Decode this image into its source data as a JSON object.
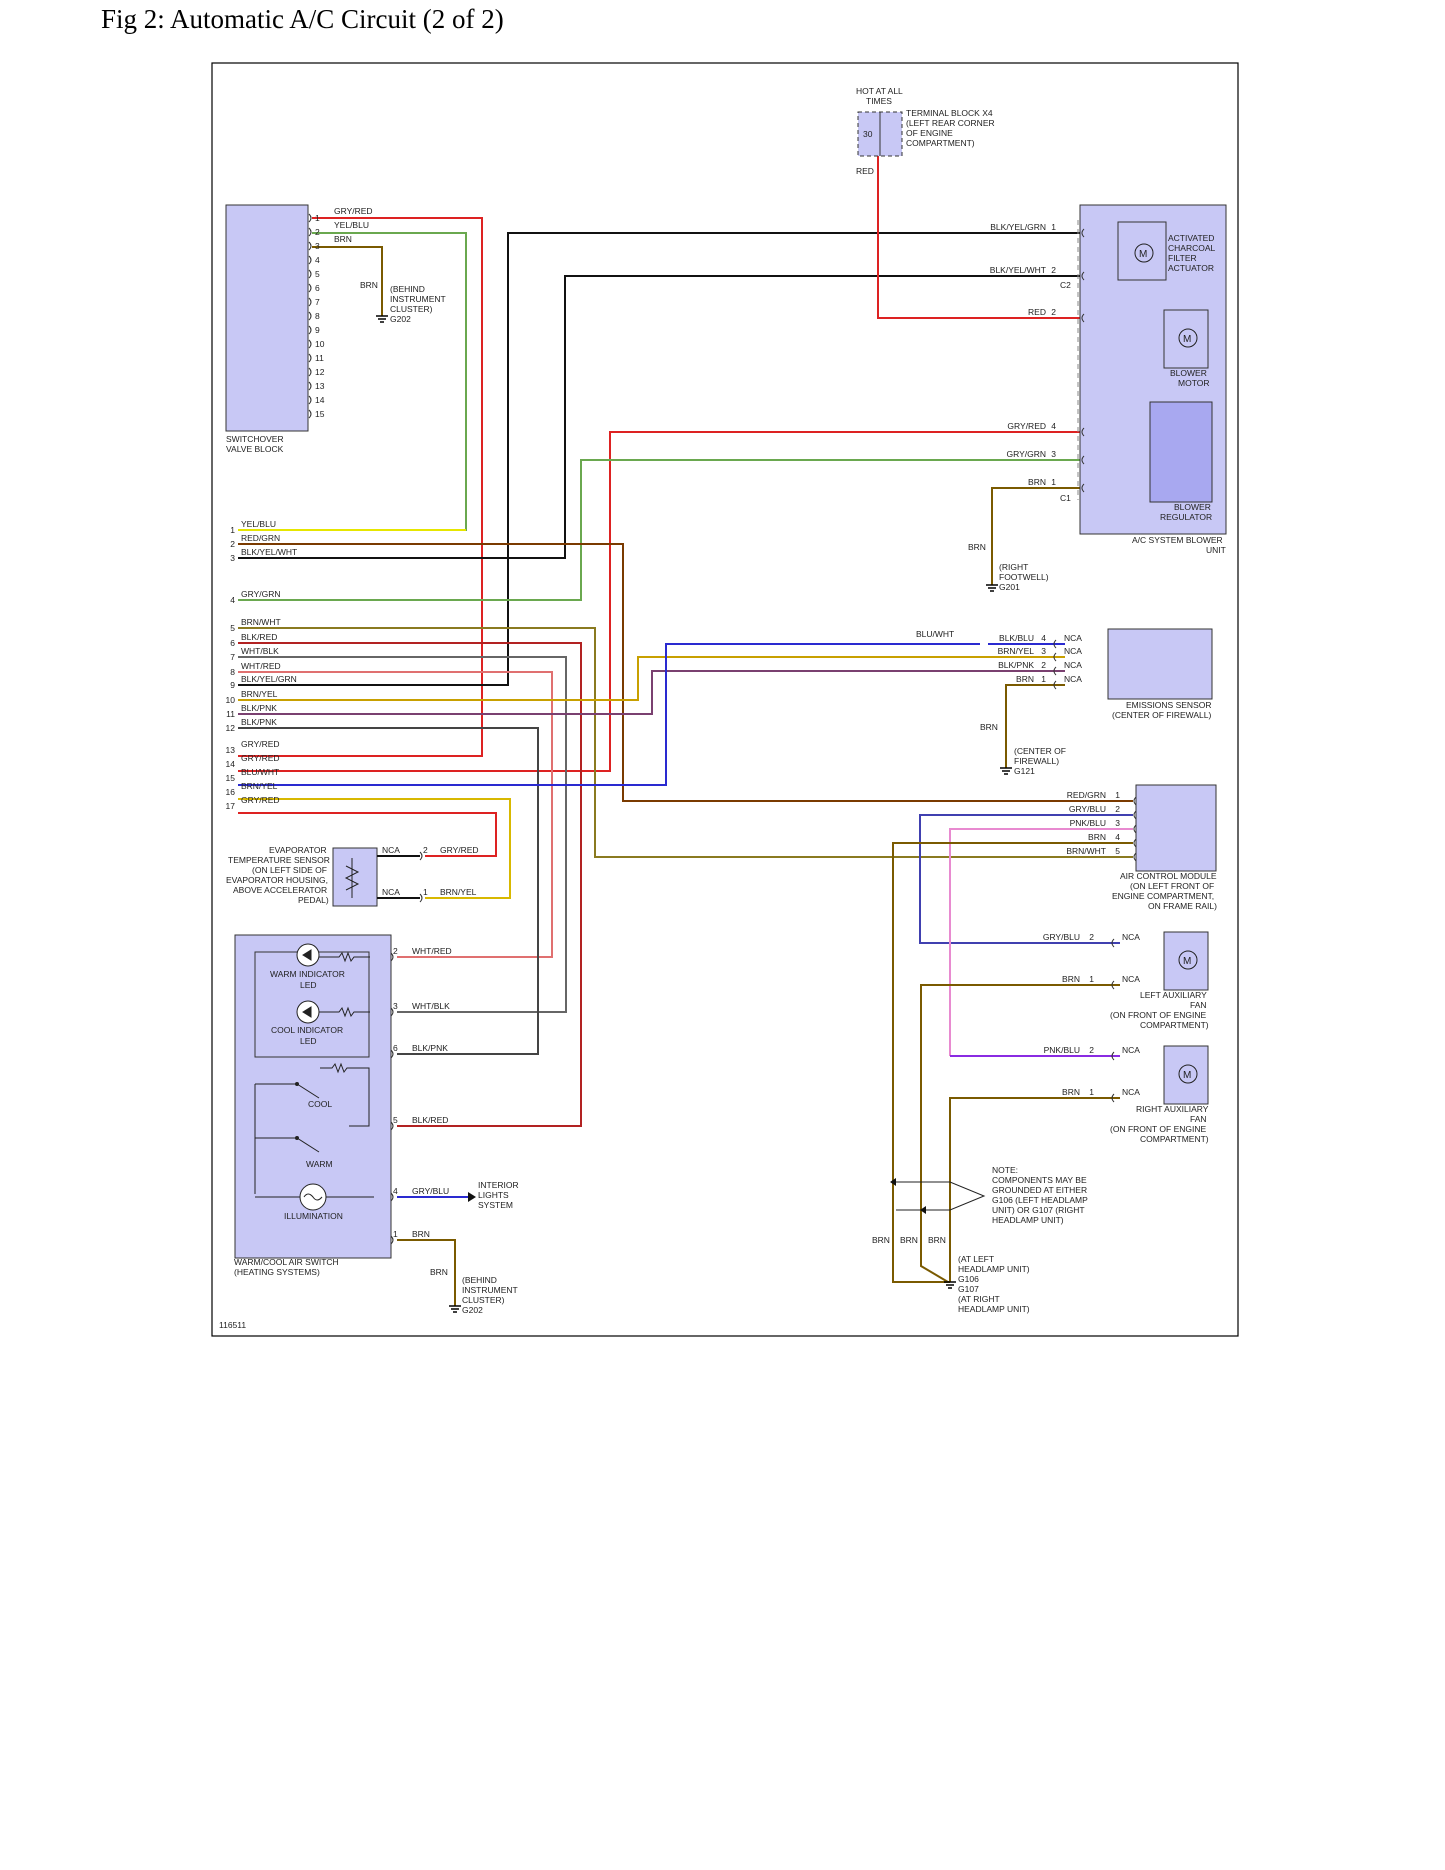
{
  "title": "Fig 2: Automatic A/C Circuit (2 of 2)",
  "diagram_id": "116511",
  "hot_label": [
    "HOT AT ALL",
    "TIMES"
  ],
  "terminal_block": {
    "pin": "30",
    "label": [
      "TERMINAL BLOCK X4",
      "(LEFT REAR CORNER",
      "OF ENGINE",
      "COMPARTMENT)"
    ],
    "wire": "RED"
  },
  "switchover": {
    "label": [
      "SWITCHOVER",
      "VALVE BLOCK"
    ],
    "pins": [
      "1",
      "2",
      "3",
      "4",
      "5",
      "6",
      "7",
      "8",
      "9",
      "10",
      "11",
      "12",
      "13",
      "14",
      "15"
    ],
    "wires": [
      "GRY/RED",
      "YEL/BLU",
      "BRN"
    ],
    "ground_wire": "BRN",
    "ground_label": [
      "(BEHIND",
      "INSTRUMENT",
      "CLUSTER)"
    ],
    "ground_id": "G202"
  },
  "main_connector": {
    "pins": [
      "1",
      "2",
      "3",
      "4",
      "5",
      "6",
      "7",
      "8",
      "9",
      "10",
      "11",
      "12",
      "13",
      "14",
      "15",
      "16",
      "17"
    ],
    "wires": [
      "YEL/BLU",
      "RED/GRN",
      "BLK/YEL/WHT",
      "GRY/GRN",
      "BRN/WHT",
      "BLK/RED",
      "WHT/BLK",
      "WHT/RED",
      "BLK/YEL/GRN",
      "BRN/YEL",
      "BLK/PNK",
      "BLK/PNK",
      "GRY/RED",
      "GRY/RED",
      "BLU/WHT",
      "BRN/YEL",
      "GRY/RED"
    ]
  },
  "blower_unit": {
    "label": [
      "A/C SYSTEM BLOWER",
      "UNIT"
    ],
    "actuator_label": [
      "ACTIVATED",
      "CHARCOAL",
      "FILTER",
      "ACTUATOR"
    ],
    "motor_label": [
      "BLOWER",
      "MOTOR"
    ],
    "regulator_label": [
      "BLOWER",
      "REGULATOR"
    ],
    "c2": "C2",
    "c1": "C1",
    "wires": [
      {
        "color": "BLK/YEL/GRN",
        "pin": "1"
      },
      {
        "color": "BLK/YEL/WHT",
        "pin": "2"
      },
      {
        "color": "RED",
        "pin": "2"
      },
      {
        "color": "GRY/RED",
        "pin": "4"
      },
      {
        "color": "GRY/GRN",
        "pin": "3"
      },
      {
        "color": "BRN",
        "pin": "1"
      }
    ],
    "ground_wire": "BRN",
    "ground_label": [
      "(RIGHT",
      "FOOTWELL)"
    ],
    "ground_id": "G201"
  },
  "emissions_sensor": {
    "label": [
      "EMISSIONS SENSOR",
      "(CENTER OF FIREWALL)"
    ],
    "input_wire": "BLU/WHT",
    "wires": [
      {
        "color": "BLK/BLU",
        "pin": "4"
      },
      {
        "color": "BRN/YEL",
        "pin": "3"
      },
      {
        "color": "BLK/PNK",
        "pin": "2"
      },
      {
        "color": "BRN",
        "pin": "1"
      }
    ],
    "nca": "NCA",
    "ground_wire": "BRN",
    "ground_label": [
      "(CENTER OF",
      "FIREWALL)"
    ],
    "ground_id": "G121"
  },
  "air_control": {
    "label": [
      "AIR CONTROL MODULE",
      "(ON LEFT FRONT OF",
      "ENGINE COMPARTMENT,",
      "ON FRAME RAIL)"
    ],
    "wires": [
      {
        "color": "RED/GRN",
        "pin": "1"
      },
      {
        "color": "GRY/BLU",
        "pin": "2"
      },
      {
        "color": "PNK/BLU",
        "pin": "3"
      },
      {
        "color": "BRN",
        "pin": "4"
      },
      {
        "color": "BRN/WHT",
        "pin": "5"
      }
    ]
  },
  "left_fan": {
    "label": [
      "LEFT AUXILIARY",
      "FAN",
      "(ON FRONT OF ENGINE",
      "COMPARTMENT)"
    ],
    "wires": [
      {
        "color": "GRY/BLU",
        "pin": "2"
      },
      {
        "color": "BRN",
        "pin": "1"
      }
    ],
    "nca": "NCA"
  },
  "right_fan": {
    "label": [
      "RIGHT AUXILIARY",
      "FAN",
      "(ON FRONT OF ENGINE",
      "COMPARTMENT)"
    ],
    "wires": [
      {
        "color": "PNK/BLU",
        "pin": "2"
      },
      {
        "color": "BRN",
        "pin": "1"
      }
    ],
    "nca": "NCA"
  },
  "evap_sensor": {
    "label": [
      "EVAPORATOR",
      "TEMPERATURE SENSOR",
      "(ON LEFT SIDE OF",
      "EVAPORATOR HOUSING,",
      "ABOVE ACCELERATOR",
      "PEDAL)"
    ],
    "wires": [
      {
        "color": "GRY/RED",
        "pin": "2"
      },
      {
        "color": "BRN/YEL",
        "pin": "1"
      }
    ],
    "nca": "NCA"
  },
  "switch": {
    "label": [
      "WARM/COOL AIR SWITCH",
      "(HEATING SYSTEMS)"
    ],
    "warm_led": [
      "WARM INDICATOR",
      "LED"
    ],
    "cool_led": [
      "COOL INDICATOR",
      "LED"
    ],
    "cool": "COOL",
    "warm": "WARM",
    "illumination": "ILLUMINATION",
    "interior": [
      "INTERIOR",
      "LIGHTS",
      "SYSTEM"
    ],
    "wires": [
      {
        "color": "WHT/RED",
        "pin": "2"
      },
      {
        "color": "WHT/BLK",
        "pin": "3"
      },
      {
        "color": "BLK/PNK",
        "pin": "6"
      },
      {
        "color": "BLK/RED",
        "pin": "5"
      },
      {
        "color": "GRY/BLU",
        "pin": "4"
      },
      {
        "color": "BRN",
        "pin": "1"
      }
    ],
    "ground_wire": "BRN",
    "ground_label": [
      "(BEHIND",
      "INSTRUMENT",
      "CLUSTER)"
    ],
    "ground_id": "G202"
  },
  "note": [
    "NOTE:",
    "COMPONENTS MAY BE",
    "GROUNDED AT EITHER",
    "G106 (LEFT HEADLAMP",
    "UNIT) OR G107 (RIGHT",
    "HEADLAMP UNIT)"
  ],
  "headlamp_ground": {
    "wires": [
      "BRN",
      "BRN",
      "BRN"
    ],
    "label_top": [
      "(AT LEFT",
      "HEADLAMP UNIT)"
    ],
    "g106": "G106",
    "g107": "G107",
    "label_bottom": [
      "(AT RIGHT",
      "HEADLAMP UNIT)"
    ]
  },
  "colors": {
    "RED": "#dd2222",
    "BLK": "#111111",
    "BRN": "#7a5a00",
    "GRN": "#6aa84f",
    "YEL": "#e6e600",
    "BLU": "#2a2ad0",
    "PNK": "#e88ad0",
    "PUR": "#8a2be2",
    "GRY": "#999999",
    "FILL": "#c8c8f5"
  }
}
